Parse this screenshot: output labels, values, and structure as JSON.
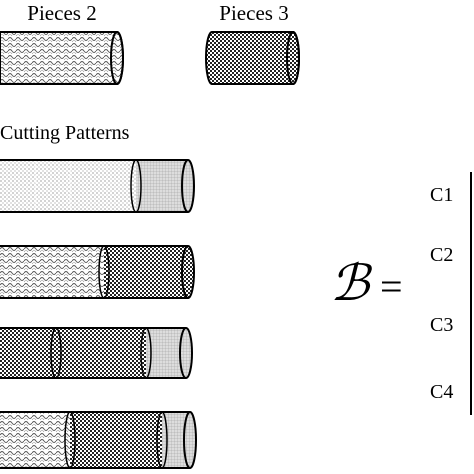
{
  "labels": {
    "pieces2": "Pieces 2",
    "pieces3": "Pieces 3",
    "cutting_patterns": "Cutting Patterns",
    "matrix_symbol": "ℬ",
    "equals": "="
  },
  "patterns": [
    {
      "id": "C1",
      "label": "C1",
      "segments": [
        "dots",
        "dots",
        "grid"
      ]
    },
    {
      "id": "C2",
      "label": "C2",
      "segments": [
        "weave",
        "check"
      ]
    },
    {
      "id": "C3",
      "label": "C3",
      "segments": [
        "check",
        "check",
        "grid"
      ]
    },
    {
      "id": "C4",
      "label": "C4",
      "segments": [
        "weave",
        "check",
        "grid"
      ]
    }
  ],
  "pieces": [
    {
      "name": "Pieces 2",
      "fill": "weave"
    },
    {
      "name": "Pieces 3",
      "fill": "check"
    }
  ]
}
